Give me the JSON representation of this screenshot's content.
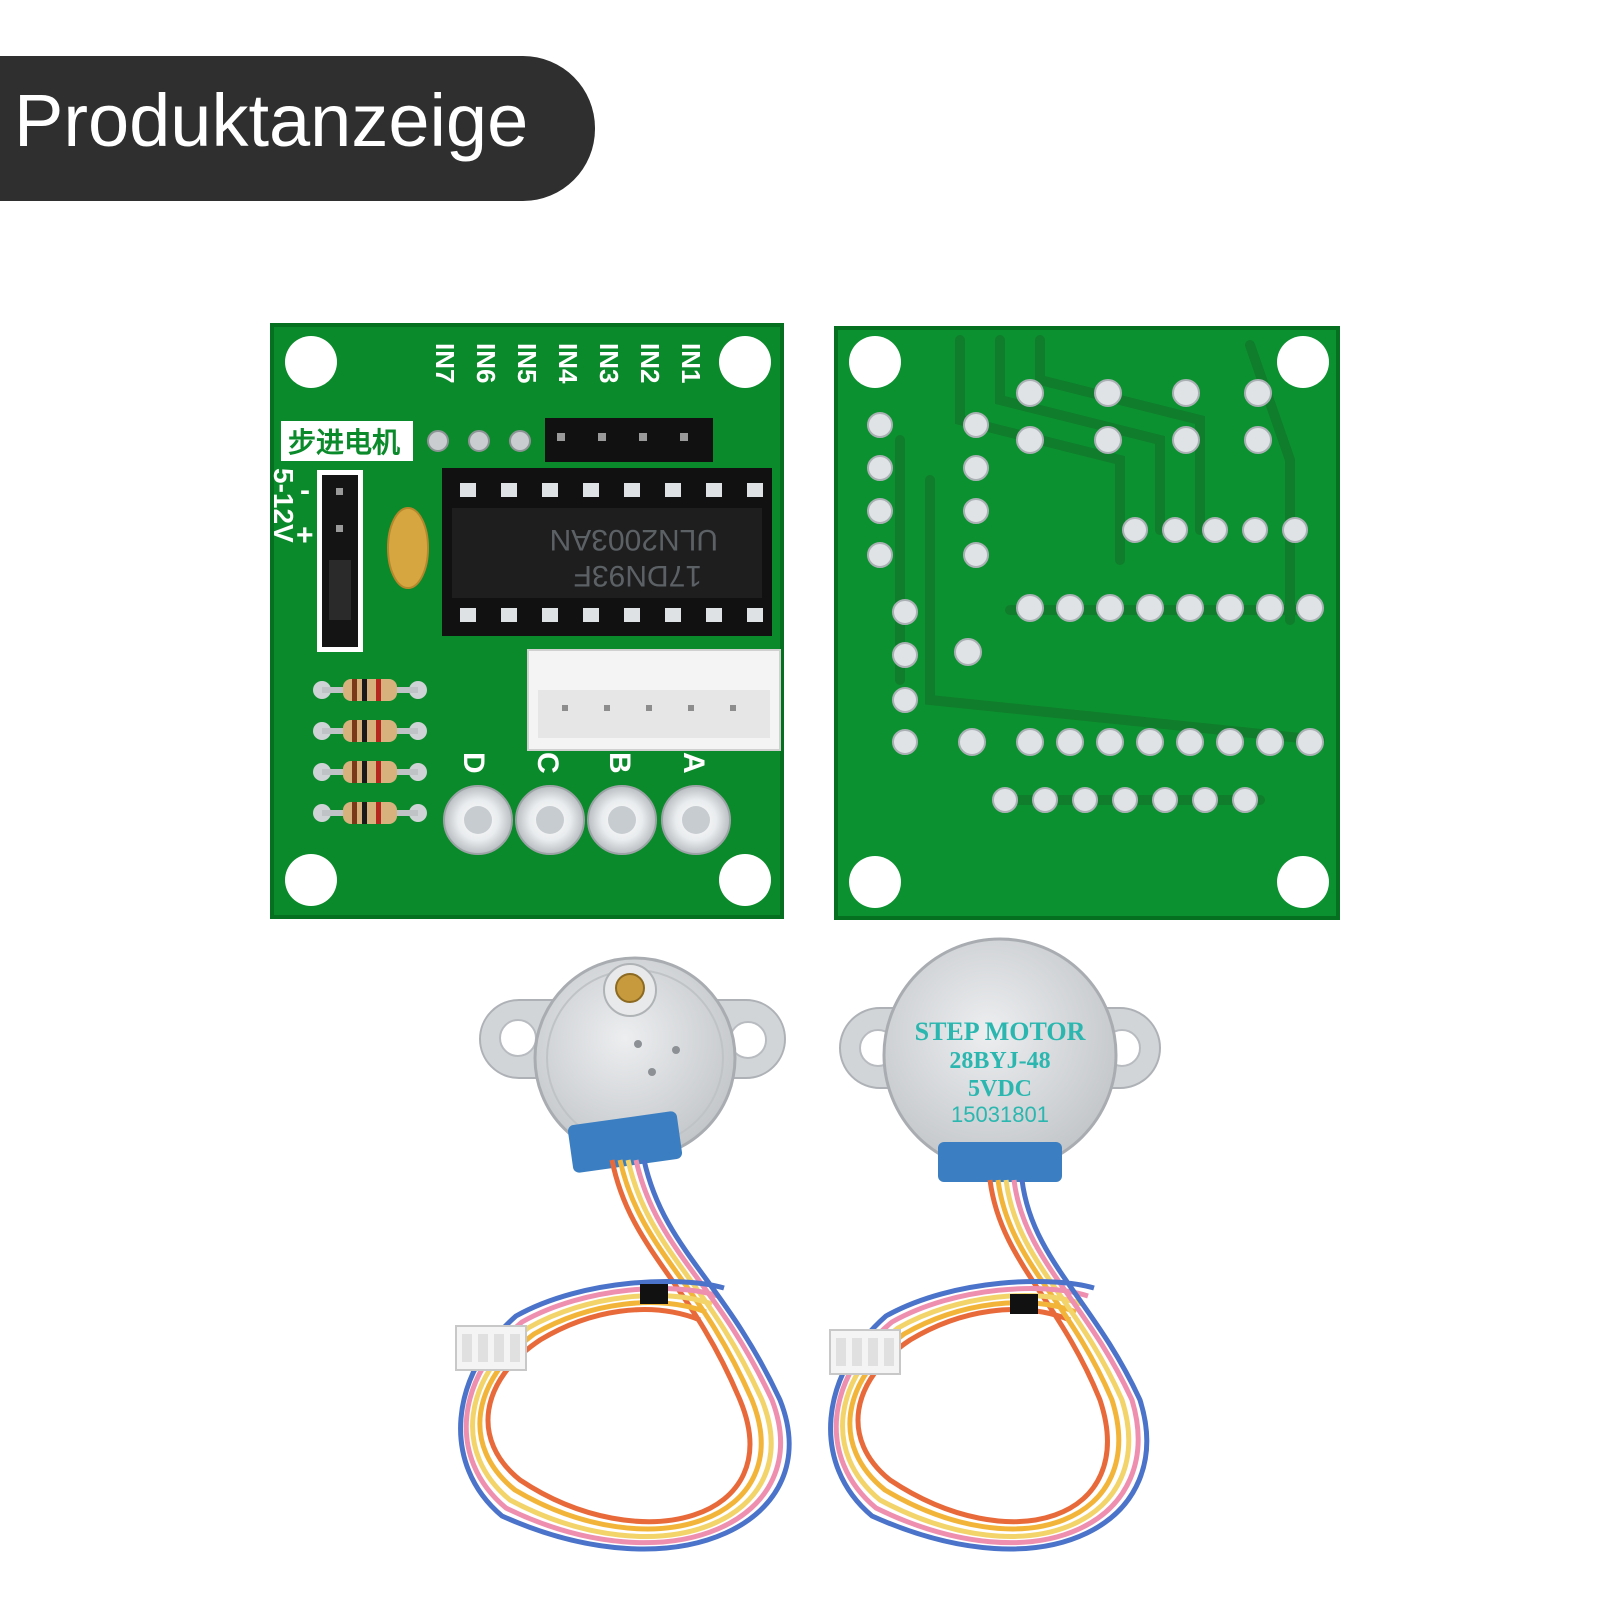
{
  "banner": {
    "title": "Produktanzeige"
  },
  "driver_board_front": {
    "input_labels": [
      "IN7",
      "IN6",
      "IN5",
      "IN4",
      "IN3",
      "IN2",
      "IN1"
    ],
    "silkscreen_title": "步进电机",
    "voltage_label": "5-12V",
    "minus_label": "-",
    "plus_label": "+",
    "chip_line1": "ULN2003AN",
    "chip_line2": "17DN93F",
    "led_labels": [
      "D",
      "C",
      "B",
      "A"
    ]
  },
  "motor_label": {
    "line1": "STEP  MOTOR",
    "line2": "28BYJ-48",
    "line3": "5VDC",
    "line4": "15031801"
  },
  "colors": {
    "pcb": "#0a8a2a",
    "pcb_edge": "#067021",
    "banner": "#2f2f2f",
    "motor_text": "#2bb7b0",
    "motor_housing": "#d9dbdd",
    "motor_cap": "#3b7fc2"
  }
}
